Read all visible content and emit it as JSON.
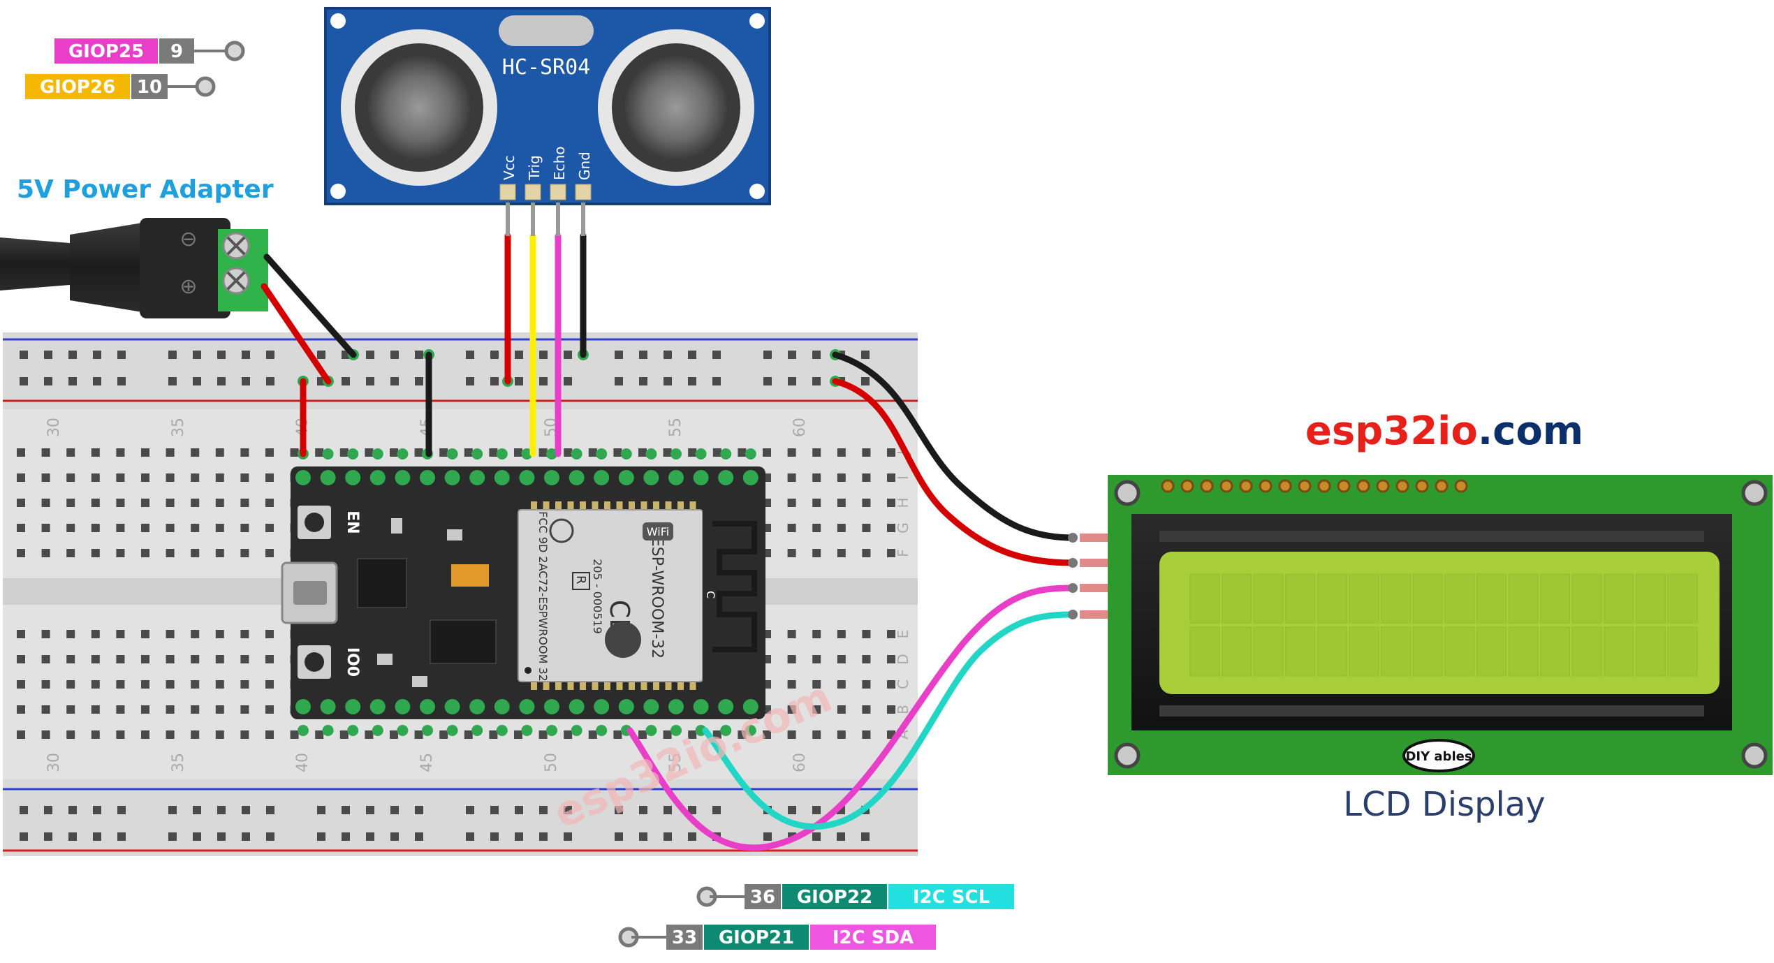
{
  "pin_labels": {
    "giop25": {
      "name": "GIOP25",
      "pin": "9",
      "color": "#e83ec8"
    },
    "giop26": {
      "name": "GIOP26",
      "pin": "10",
      "color": "#f5b700"
    },
    "giop22": {
      "pin": "36",
      "name": "GIOP22",
      "func": "I2C SCL",
      "func_color": "#22e0e0"
    },
    "giop21": {
      "pin": "33",
      "name": "GIOP21",
      "func": "I2C SDA",
      "func_color": "#ee55e0"
    }
  },
  "power_adapter": {
    "title": "5V Power Adapter",
    "minus": "⊖",
    "plus": "⊕"
  },
  "sensor": {
    "name": "HC-SR04",
    "pins": [
      "Vcc",
      "Trig",
      "Echo",
      "Gnd"
    ]
  },
  "esp32_board": {
    "button_en": "EN",
    "button_io0": "IO0",
    "module_name": "ESP-WROOM-32",
    "module_codes": [
      "205 - 000519",
      "FCC 9D 2AC72-ESPWROOM 32"
    ],
    "module_badge": "R",
    "wifi_badge": "WiFi",
    "ce_mark": "CE",
    "antenna_mark": "C"
  },
  "breadboard": {
    "top_numbers": [
      "30",
      "35",
      "40",
      "45",
      "50",
      "55",
      "60"
    ],
    "bottom_numbers": [
      "30",
      "35",
      "40",
      "45",
      "50",
      "55",
      "60"
    ],
    "letters_top": [
      "J",
      "I",
      "H",
      "G",
      "F"
    ],
    "letters_bottom": [
      "E",
      "D",
      "C",
      "B",
      "A"
    ]
  },
  "watermark": "esp32io.com",
  "site_brand": {
    "part1": "esp32",
    "part2": "io",
    "part3": ".com",
    "colors": {
      "part1": "#e8201a",
      "part2": "#e8201a",
      "part3": "#0b2f6b"
    }
  },
  "lcd": {
    "caption": "LCD Display",
    "logo": "DIY ables"
  },
  "colors": {
    "wire_red": "#d40000",
    "wire_black": "#1a1a1a",
    "wire_yellow": "#ffef00",
    "wire_magenta": "#e83ec8",
    "wire_cyan": "#22d6c6",
    "sensor_blue": "#1d57a8",
    "lcd_green": "#2e9a2e",
    "lcd_screen": "#a8cf3a",
    "board_dark": "#2b2b2b",
    "pin_green": "#2fa84f",
    "title_blue": "#1ea0e0",
    "gpio_green": "#0e8a73",
    "pin_grey": "#888888"
  }
}
